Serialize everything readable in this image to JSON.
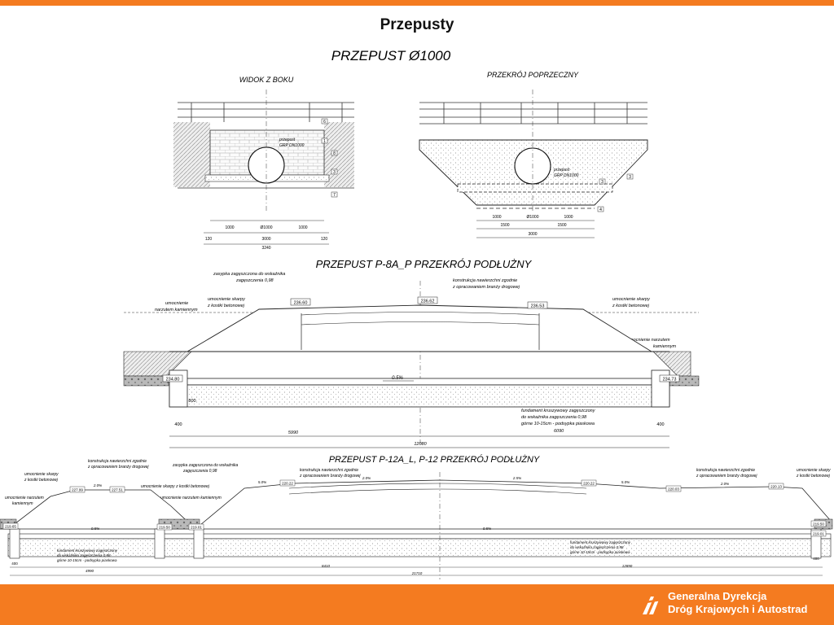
{
  "slide": {
    "title": "Przepusty"
  },
  "footer": {
    "line1": "Generalna Dyrekcja",
    "line2": "Dróg Krajowych i Autostrad"
  },
  "drawings": {
    "d1000": {
      "title": "PRZEPUST Ø1000",
      "side_view": {
        "label": "WIDOK Z BOKU",
        "pipe_label_1": "przepust",
        "pipe_label_2": "GRP DN1000",
        "callouts": [
          "6",
          "1",
          "8",
          "3",
          "7"
        ],
        "dims_row1": [
          "1000",
          "Ø1000",
          "1000"
        ],
        "dims_row2": [
          "120",
          "3000",
          "120"
        ],
        "dims_row3": "3240"
      },
      "cross_section": {
        "label": "PRZEKRÓJ POPRZECZNY",
        "pipe_label_1": "przepust",
        "pipe_label_2": "GRP DN1000",
        "callouts": [
          "3",
          "3",
          "4"
        ],
        "dims_row1": [
          "1000",
          "Ø1000",
          "1000"
        ],
        "dims_row2": [
          "1500",
          "1500"
        ],
        "dims_row3": "3000"
      }
    },
    "p8": {
      "title": "PRZEPUST P-8A_P PRZEKRÓJ PODŁUŻNY",
      "backfill_1": "zasypka zagęszczona do wskaźnika",
      "backfill_2": "zagęszczenia 0,98",
      "surface_1": "konstrukcja nawierzchni zgodnie",
      "surface_2": "z opracowaniem branży drogowej",
      "left_1": "umocnienie",
      "left_2": "narzutem kamiennym",
      "slope_l_1": "umocnienie skarpy",
      "slope_l_2": "z kostki betonowej",
      "slope_r_1": "umocnienie skarpy",
      "slope_r_2": "z kostki betonowej",
      "right_1": "umocnienie narzutem",
      "right_2": "kamiennym",
      "levels": [
        "236.60",
        "236.62",
        "236.53"
      ],
      "inlet": "234.80",
      "outlet": "234.73",
      "slope": "0.5%",
      "dim_400": "400",
      "dim_800": "800",
      "found_1": "fundament kruszywowy zagęszczony",
      "found_2": "do wskaźnika zagęszczenia 0,98",
      "found_3": "górne 10-15cm - podsypka piaskowa",
      "found_4": "6090",
      "dim_5990": "5990",
      "dim_12080": "12080"
    },
    "p12": {
      "title": "PRZEPUST P-12A_L, P-12 PRZEKRÓJ PODŁUŻNY",
      "labels_left": [
        "umocnienie skarpy",
        "z kostki betonowej",
        "umocnienie narzutem",
        "kamiennym"
      ],
      "surface_1": "konstrukcja nawierzchni zgodnie",
      "surface_2": "z opracowaniem branży drogowej",
      "backfill_1": "zasypka zagęszczona do wskaźnika",
      "backfill_2": "zagęszczenia 0,98",
      "slope_l_1": "umocnienie skarpy z kostki betonowej",
      "stone_mid": "umocnienie narzutem kamiennym",
      "levels": [
        "227.99",
        "227.51",
        "220.22",
        "220.22",
        "220.03",
        "220.13"
      ],
      "inverts": [
        "219.65",
        "219.50",
        "219.01",
        "219.50",
        "219.01"
      ],
      "slopes": [
        "2.0%",
        "5.0%",
        "2.0%",
        "2.5%",
        "5.0%",
        "2.0%",
        "0.5%",
        "0.5%"
      ],
      "found_1": "fundament kruszywowy zagęszczony",
      "found_2": "do wskaźnika zagęszczenia 0,98",
      "found_3": "górne 10-15cm - podsypka piaskowa",
      "dims": [
        "4990",
        "8410",
        "21710",
        "12890"
      ],
      "dim_400": "400"
    }
  }
}
